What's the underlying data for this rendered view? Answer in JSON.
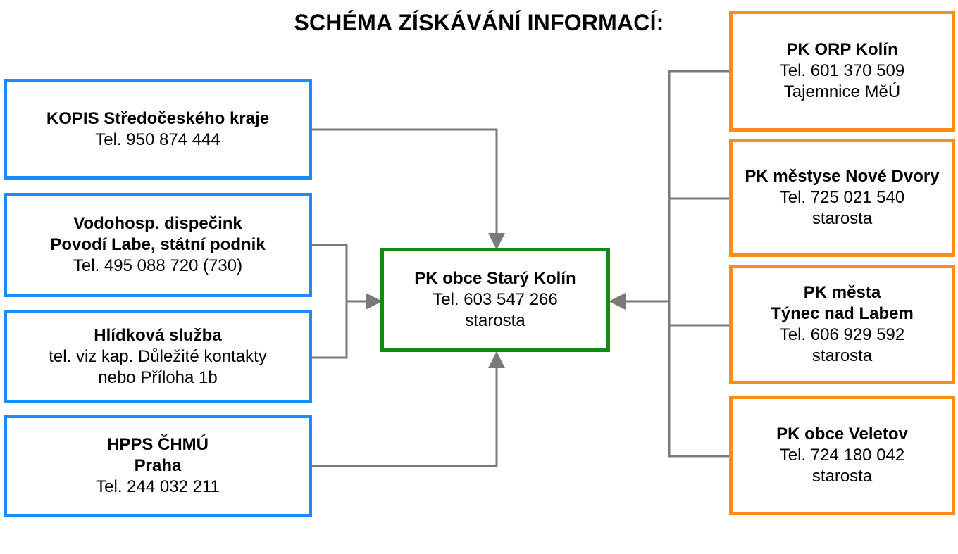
{
  "title": "SCHÉMA ZÍSKÁVÁNÍ INFORMACÍ:",
  "colors": {
    "source_border": "#1a8cff",
    "recipient_border": "#ff8c1a",
    "center_border": "#138a13",
    "connector": "#7a7a7a"
  },
  "center": {
    "name": "PK obce Starý Kolín",
    "phone": "Tel. 603 547 266",
    "role": "starosta"
  },
  "sources": [
    {
      "name_lines": [
        "KOPIS Středočeského kraje"
      ],
      "details": [
        "Tel. 950 874 444"
      ]
    },
    {
      "name_lines": [
        "Vodohosp. dispečink",
        "Povodí Labe, státní podnik"
      ],
      "details": [
        "Tel. 495 088 720 (730)"
      ]
    },
    {
      "name_lines": [
        "Hlídková služba"
      ],
      "details": [
        "tel. viz kap. Důležité kontakty",
        "nebo Příloha 1b"
      ]
    },
    {
      "name_lines": [
        "HPPS ČHMÚ",
        "Praha"
      ],
      "details": [
        "Tel. 244 032 211"
      ]
    }
  ],
  "recipients": [
    {
      "name_lines": [
        "PK ORP Kolín"
      ],
      "details": [
        "Tel. 601 370 509",
        "Tajemnice MěÚ"
      ]
    },
    {
      "name_lines": [
        "PK městyse Nové Dvory"
      ],
      "details": [
        "Tel. 725 021 540",
        "starosta"
      ]
    },
    {
      "name_lines": [
        "PK města",
        "Týnec nad Labem"
      ],
      "details": [
        "Tel. 606 929 592",
        "starosta"
      ]
    },
    {
      "name_lines": [
        "PK obce Veletov"
      ],
      "details": [
        "Tel. 724 180 042",
        "starosta"
      ]
    }
  ]
}
